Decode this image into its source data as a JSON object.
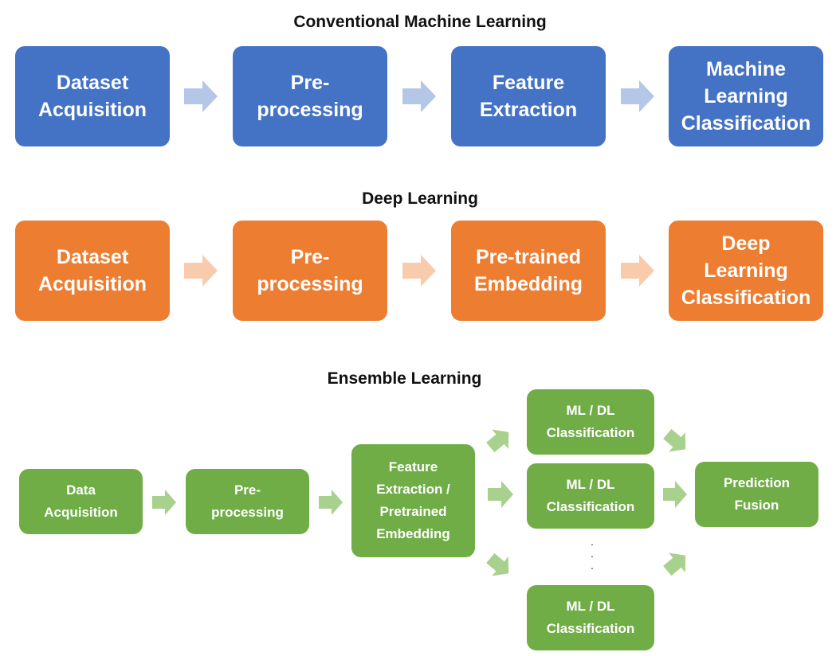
{
  "rows": [
    {
      "title": "Conventional Machine Learning",
      "color": "#4472c4",
      "arrow_color": "#b4c7e7",
      "steps": [
        "Dataset\nAcquisition",
        "Pre-\nprocessing",
        "Feature\nExtraction",
        "Machine\nLearning\nClassification"
      ]
    },
    {
      "title": "Deep Learning",
      "color": "#ed7d31",
      "arrow_color": "#f8cbad",
      "steps": [
        "Dataset\nAcquisition",
        "Pre-\nprocessing",
        "Pre-trained\nEmbedding",
        "Deep\nLearning\nClassification"
      ]
    }
  ],
  "ensemble": {
    "title": "Ensemble Learning",
    "color": "#70ad47",
    "arrow_color": "#a9d18e",
    "data_acquisition": "Data\nAcquisition",
    "preprocessing": "Pre-\nprocessing",
    "feature_extraction": "Feature\nExtraction /\nPretrained\nEmbedding",
    "classifiers": [
      "ML / DL\nClassification",
      "ML / DL\nClassification",
      "ML / DL\nClassification"
    ],
    "ellipsis": "·\n·\n·",
    "fusion": "Prediction\nFusion"
  }
}
